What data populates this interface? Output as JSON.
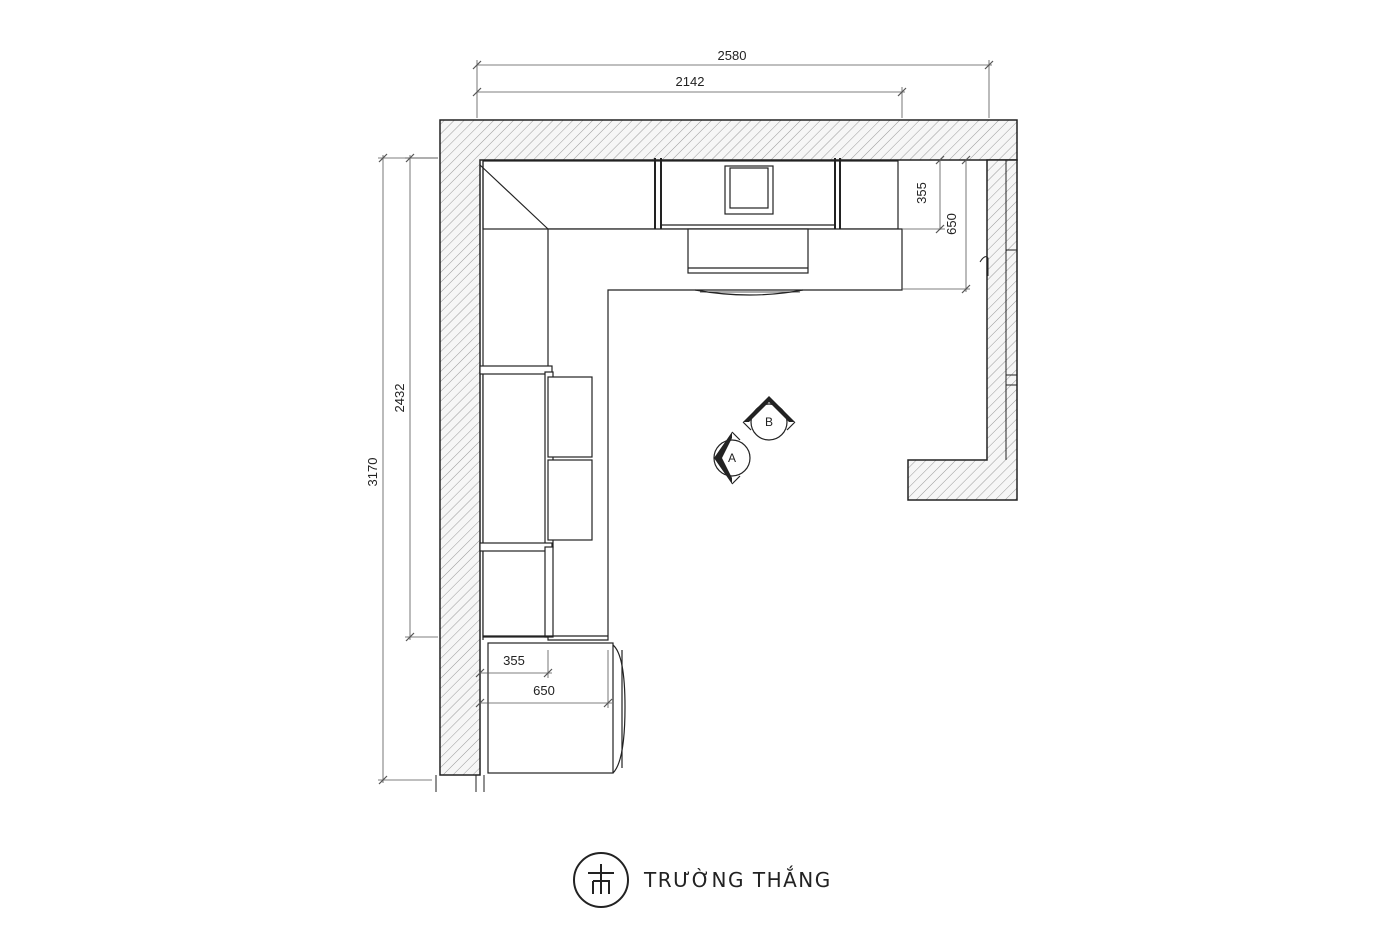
{
  "dimensions": {
    "top_outer": "2580",
    "top_inner": "2142",
    "left_outer": "3170",
    "left_inner": "2432",
    "right_depth_upper": "355",
    "right_depth_base": "650",
    "bottom_depth_upper": "355",
    "bottom_depth_base": "650"
  },
  "markers": {
    "view_a": "A",
    "view_b": "B"
  },
  "brand": {
    "name": "TRƯỜNG THẮNG",
    "logo_icon": "truong-thang-monogram-icon"
  },
  "colors": {
    "line": "#222222",
    "wall_hatch": "#8a8a8a",
    "wall_fill": "#f4f4f4"
  }
}
